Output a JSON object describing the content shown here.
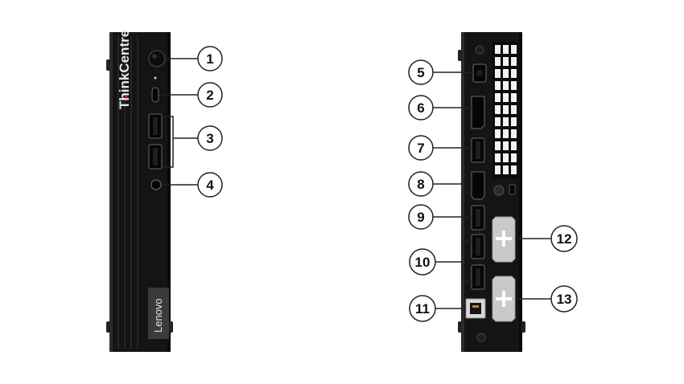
{
  "front": {
    "brand_label": "ThinkCentre",
    "logo_label": "Lenovo"
  },
  "callouts": [
    {
      "number": "1"
    },
    {
      "number": "2"
    },
    {
      "number": "3"
    },
    {
      "number": "4"
    },
    {
      "number": "5"
    },
    {
      "number": "6"
    },
    {
      "number": "7"
    },
    {
      "number": "8"
    },
    {
      "number": "9"
    },
    {
      "number": "10"
    },
    {
      "number": "11"
    },
    {
      "number": "12"
    },
    {
      "number": "13"
    }
  ],
  "colors": {
    "chassis": "#161616",
    "chassis_edge": "#2a2a2a",
    "port": "#0a0a0a",
    "port_frame": "#555555",
    "cover": "#c9c9c9",
    "ethernet_jack": "#b08a3a",
    "leader_line": "#222222",
    "callout_circle": "#ffffff"
  }
}
